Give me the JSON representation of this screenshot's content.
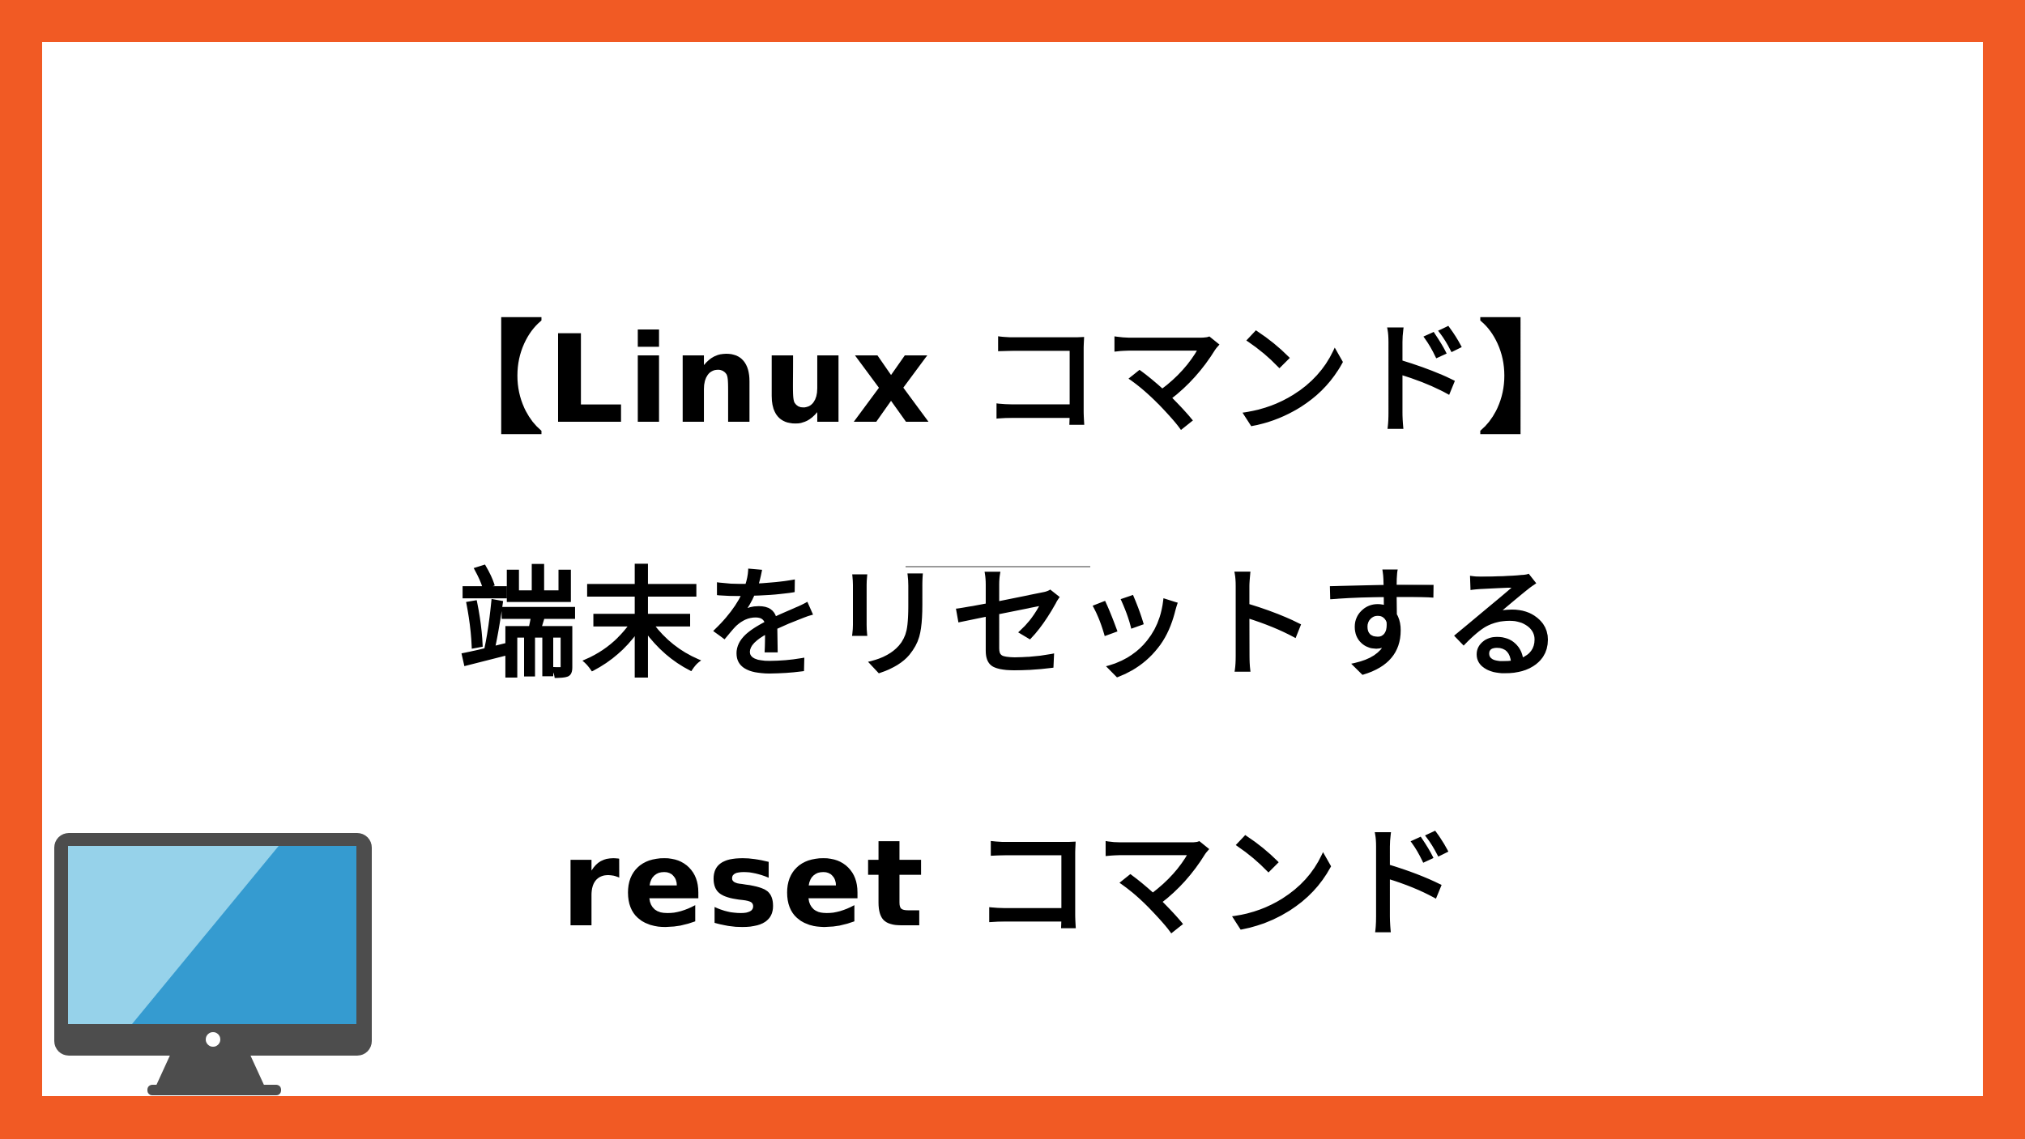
{
  "colors": {
    "border": "#f15a24",
    "background": "#ffffff",
    "text": "#000000",
    "monitor_frame": "#4d4d4d",
    "monitor_screen_light": "#96d2ea",
    "monitor_screen_dark": "#359bd0",
    "monitor_button": "#ffffff"
  },
  "title": {
    "line1": "【Linux コマンド】",
    "line2": "端末をリセットする",
    "line3": "reset コマンド"
  },
  "illustration": {
    "icon": "desktop-monitor-icon"
  }
}
